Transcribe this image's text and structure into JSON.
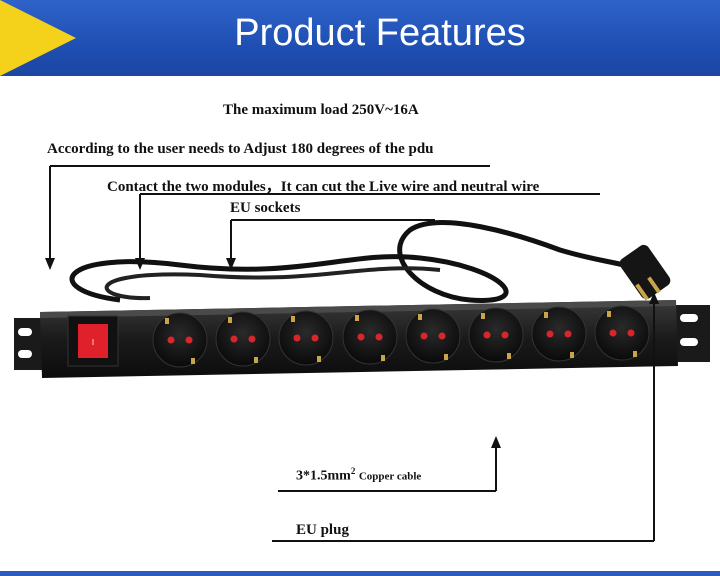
{
  "header": {
    "title": "Product Features"
  },
  "features": {
    "max_load": "The maximum load  250V~16A",
    "adjust": "According to the user needs to Adjust 180 degrees of the pdu",
    "contact": "Contact the two modules，It can cut the Live wire and neutral wire",
    "sockets": "EU sockets",
    "cable_main": "3*1.5mm",
    "cable_sup": "2",
    "cable_suffix": "Copper cable",
    "plug": "EU plug"
  },
  "colors": {
    "header_blue": "#2356be",
    "accent_yellow": "#f4d21c",
    "switch_red": "#e0202a",
    "socket_red": "#d8262c"
  }
}
